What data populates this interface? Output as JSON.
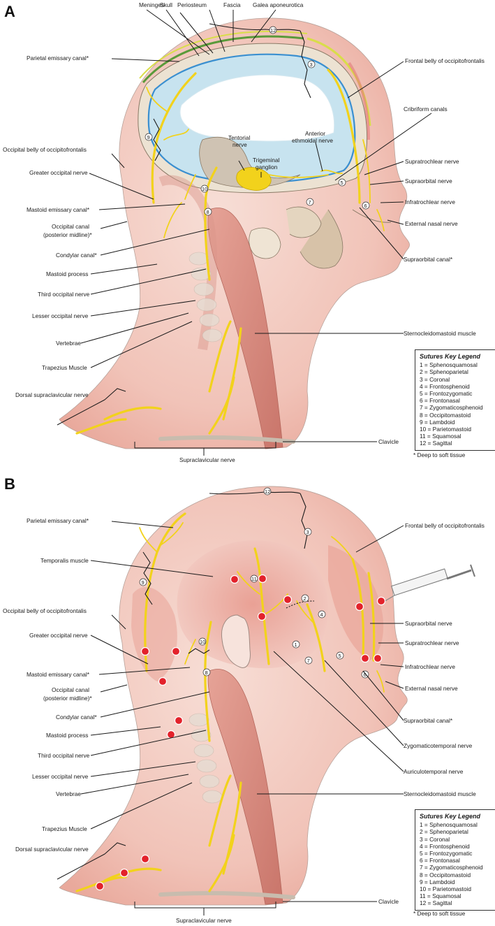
{
  "panels": [
    {
      "letter": "A",
      "labels": {
        "meninges": "Meninges",
        "skull": "Skull",
        "periosteum": "Periosteum",
        "fascia": "Fascia",
        "galea": "Galea aponeurotica",
        "parietal_emissary": "Parietal emissary canal*",
        "frontal_belly": "Frontal belly of occipitofrontalis",
        "cribriform": "Cribriform canals",
        "occipital_belly": "Occipital belly of occipitofrontalis",
        "tentorial_nerve_1": "Tentorial",
        "tentorial_nerve_2": "nerve",
        "anterior_ethmoidal_1": "Anterior",
        "anterior_ethmoidal_2": "ethmoidal nerve",
        "trigeminal_1": "Trigeminal",
        "trigeminal_2": "ganglion",
        "supratrochlear": "Supratrochlear nerve",
        "greater_occipital": "Greater occipital nerve",
        "supraorbital": "Supraorbital nerve",
        "infratrochlear": "Infratrochlear  nerve",
        "mastoid_emissary": "Mastoid emissary canal*",
        "external_nasal": "External nasal nerve",
        "occipital_canal_1": "Occipital canal",
        "occipital_canal_2": "(posterior midline)*",
        "condylar": "Condylar canal*",
        "supraorbital_canal": "Supraorbital canal*",
        "mastoid_process": "Mastoid process",
        "third_occipital": "Third occipital nerve",
        "lesser_occipital": "Lesser occipital nerve",
        "scm": "Sternocleidomastoid muscle",
        "vertebrae": "Vertebrae",
        "trapezius": "Trapezius Muscle",
        "dorsal_supraclavicular": "Dorsal supraclavicular nerve",
        "clavicle": "Clavicle",
        "supraclavicular": "Supraclavicular nerve"
      },
      "sutures_shown": [
        "12",
        "3",
        "9",
        "10",
        "8",
        "7",
        "5",
        "6"
      ]
    },
    {
      "letter": "B",
      "labels": {
        "parietal_emissary": "Parietal emissary canal*",
        "frontal_belly": "Frontal belly of occipitofrontalis",
        "temporalis": "Temporalis muscle",
        "occipital_belly": "Occipital belly of occipitofrontalis",
        "supraorbital": "Supraorbital nerve",
        "greater_occipital": "Greater occipital nerve",
        "supratrochlear": "Supratrochlear nerve",
        "infratrochlear": "Infratrochlear  nerve",
        "mastoid_emissary": "Mastoid emissary canal*",
        "external_nasal": "External nasal nerve",
        "occipital_canal_1": "Occipital canal",
        "occipital_canal_2": "(posterior midline)*",
        "condylar": "Condylar canal*",
        "supraorbital_canal": "Supraorbital canal*",
        "mastoid_process": "Mastoid process",
        "zygomaticotemporal": "Zygomaticotemporal nerve",
        "third_occipital": "Third occipital nerve",
        "lesser_occipital": "Lesser occipital nerve",
        "auriculotemporal": "Auriculotemporal nerve",
        "vertebrae": "Vertebrae",
        "scm": "Sternocleidomastoid muscle",
        "trapezius": "Trapezius Muscle",
        "dorsal_supraclavicular": "Dorsal supraclavicular nerve",
        "clavicle": "Clavicle",
        "supraclavicular": "Supraclavicular nerve"
      },
      "sutures_shown": [
        "12",
        "3",
        "9",
        "11",
        "2",
        "4",
        "10",
        "1",
        "7",
        "5",
        "6",
        "8"
      ]
    }
  ],
  "legend": {
    "title": "Sutures Key Legend",
    "items": [
      "1 = Sphenosquamosal",
      "2 = Sphenoparietal",
      "3 = Coronal",
      "4 = Frontosphenoid",
      "5 = Frontozygomatic",
      "6 = Frontonasal",
      "7 = Zygomaticosphenoid",
      "8 = Occipitomastoid",
      "9 = Lambdoid",
      "10 = Parietomastoid",
      "11 = Squamosal",
      "12 = Sagittal"
    ],
    "note": "* Deep to soft tissue"
  },
  "colors": {
    "nerve": "#f2d21c",
    "skin": "#f3cdc4",
    "muscle": "#d98b80",
    "dura": "#bfe0ee",
    "bone": "#e8dcc8",
    "injection_point": "#e3222b"
  }
}
